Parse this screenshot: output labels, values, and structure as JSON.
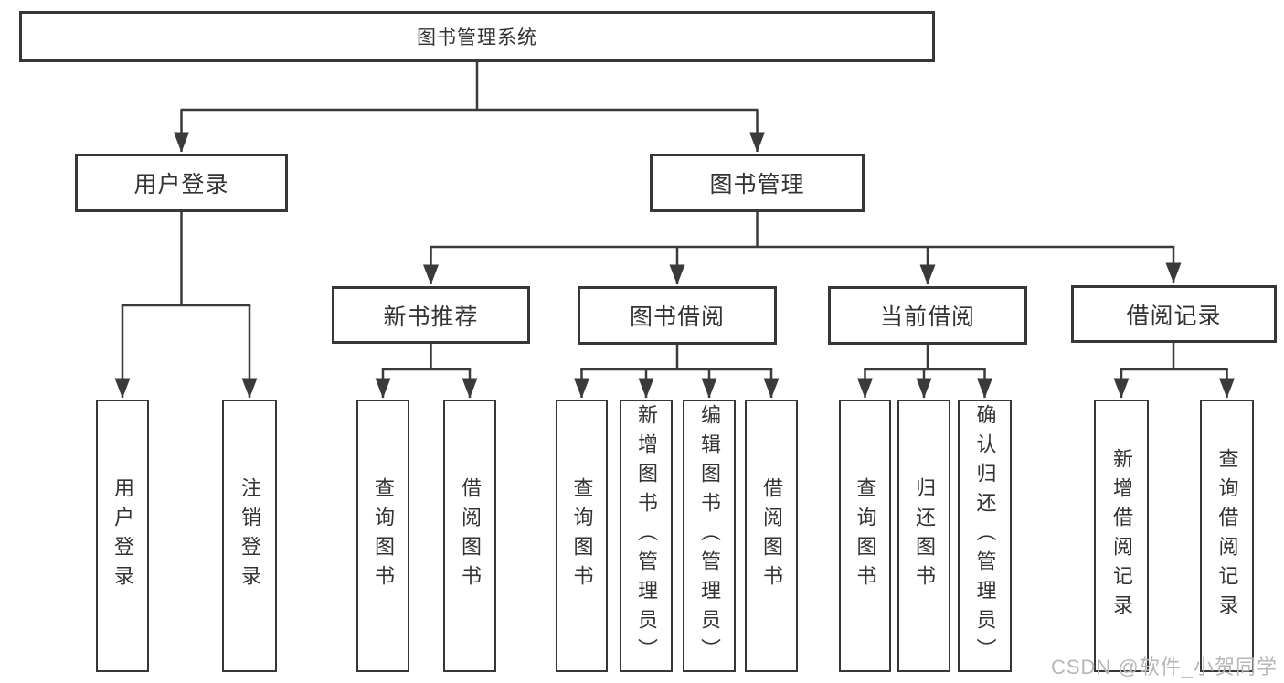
{
  "tree": {
    "root": "图书管理系统",
    "children": [
      {
        "label": "用户登录",
        "children": [
          {
            "label": "用户登录"
          },
          {
            "label": "注销登录"
          }
        ]
      },
      {
        "label": "图书管理",
        "children": [
          {
            "label": "新书推荐",
            "children": [
              {
                "label": "查询图书"
              },
              {
                "label": "借阅图书"
              }
            ]
          },
          {
            "label": "图书借阅",
            "children": [
              {
                "label": "查询图书"
              },
              {
                "label": "新增图书（管理员）"
              },
              {
                "label": "编辑图书（管理员）"
              },
              {
                "label": "借阅图书"
              }
            ]
          },
          {
            "label": "当前借阅",
            "children": [
              {
                "label": "查询图书"
              },
              {
                "label": "归还图书"
              },
              {
                "label": "确认归还（管理员）"
              }
            ]
          },
          {
            "label": "借阅记录",
            "children": [
              {
                "label": "新增借阅记录"
              },
              {
                "label": "查询借阅记录"
              }
            ]
          }
        ]
      }
    ]
  },
  "watermark": {
    "text": "CSDN @软件_小贺同学"
  },
  "colors": {
    "line": "#3a3a3a",
    "border": "#373737",
    "text": "#333333",
    "watermark": "#b7b7b7",
    "background": "#ffffff"
  }
}
